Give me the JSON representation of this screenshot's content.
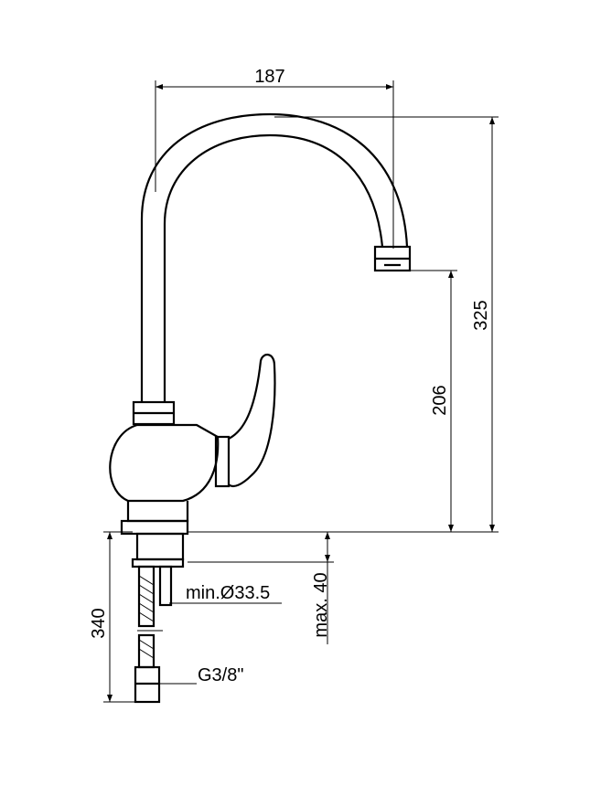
{
  "dimensions": {
    "reach": "187",
    "total_height": "325",
    "spout_height": "206",
    "overall_with_hose": "340",
    "hole_diameter": "min.Ø33.5",
    "deck_thickness": "max. 40",
    "connection_thread": "G3/8\""
  },
  "colors": {
    "line": "#000000",
    "background": "#ffffff"
  }
}
